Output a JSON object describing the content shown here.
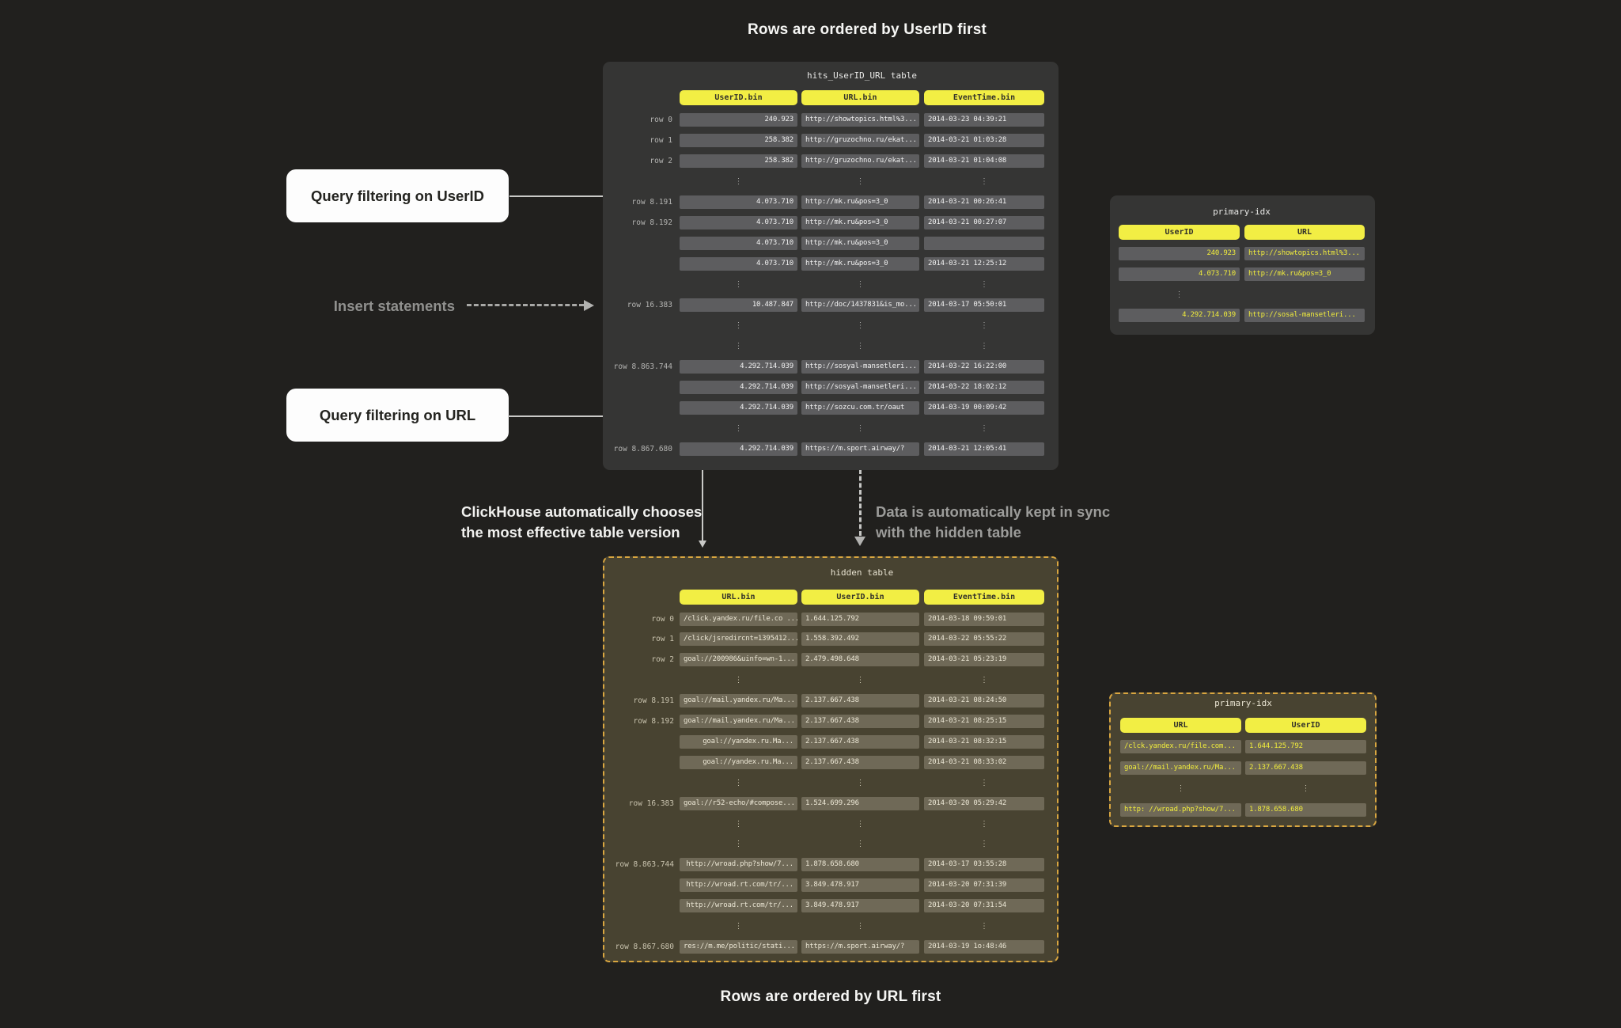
{
  "page": {
    "title_top": "Rows are ordered by UserID first",
    "title_bottom": "Rows are ordered by URL first"
  },
  "callouts": {
    "query_userid": "Query filtering on UserID",
    "query_url": "Query filtering on URL",
    "insert_statements": "Insert statements",
    "chooses_line1": "ClickHouse automatically chooses",
    "chooses_line2": "the most effective table version",
    "sync_line1": "Data is automatically kept in sync",
    "sync_line2": "with the hidden table"
  },
  "glyphs": {
    "dots": "⋮"
  },
  "colors": {
    "page_bg": "#21201e",
    "dark_panel": "#353534",
    "dark_cell": "#5d5d5f",
    "olive_panel": "#484331",
    "olive_cell": "#6f6957",
    "header_yellow": "#f2ee44",
    "value_yellow": "#f0ec3c",
    "gold_dashed_border": "#d9a640",
    "arrow_gray": "#c9c9c7"
  },
  "tables": {
    "main": {
      "title": "hits_UserID_URL table",
      "headers": [
        "UserID.bin",
        "URL.bin",
        "EventTime.bin"
      ],
      "rows": [
        {
          "label": "row 0",
          "cells": [
            "240.923",
            "http://showtopics.html%3...",
            "2014-03-23 04:39:21"
          ]
        },
        {
          "label": "row 1",
          "cells": [
            "258.382",
            "http://gruzochno.ru/ekat...",
            "2014-03-21 01:03:28"
          ]
        },
        {
          "label": "row 2",
          "cells": [
            "258.382",
            "http://gruzochno.ru/ekat...",
            "2014-03-21 01:04:08"
          ]
        },
        {
          "dots": [
            0,
            1,
            2
          ]
        },
        {
          "label": "row 8.191",
          "cells": [
            "4.073.710",
            "http://mk.ru&pos=3_0",
            "2014-03-21 00:26:41"
          ]
        },
        {
          "label": "row 8.192",
          "cells": [
            "4.073.710",
            "http://mk.ru&pos=3_0",
            "2014-03-21 00:27:07"
          ]
        },
        {
          "label": "",
          "cells": [
            "4.073.710",
            "http://mk.ru&pos=3_0",
            ""
          ]
        },
        {
          "label": "",
          "cells": [
            "4.073.710",
            "http://mk.ru&pos=3_0",
            "2014-03-21 12:25:12"
          ]
        },
        {
          "dots": [
            0,
            1,
            2
          ]
        },
        {
          "label": "row 16.383",
          "cells": [
            "10.487.847",
            "http://doc/1437831&is_mo...",
            "2014-03-17 05:50:01"
          ]
        },
        {
          "dots": [
            0,
            1,
            2
          ]
        },
        {
          "dots": [
            0,
            1,
            2
          ]
        },
        {
          "label": "row 8.863.744",
          "cells": [
            "4.292.714.039",
            "http://sosyal-mansetleri...",
            "2014-03-22 16:22:00"
          ]
        },
        {
          "label": "",
          "cells": [
            "4.292.714.039",
            "http://sosyal-mansetleri...",
            "2014-03-22 18:02:12"
          ]
        },
        {
          "label": "",
          "cells": [
            "4.292.714.039",
            "http://sozcu.com.tr/oaut",
            "2014-03-19 00:09:42"
          ]
        },
        {
          "dots": [
            0,
            1,
            2
          ]
        },
        {
          "label": "row 8.867.680",
          "cells": [
            "4.292.714.039",
            "https://m.sport.airway/?",
            "2014-03-21 12:05:41"
          ]
        }
      ]
    },
    "hidden": {
      "title": "hidden table",
      "headers": [
        "URL.bin",
        "UserID.bin",
        "EventTime.bin"
      ],
      "rows": [
        {
          "label": "row 0",
          "cells": [
            "/click.yandex.ru/file.co ...",
            "1.644.125.792",
            "2014-03-18 09:59:01"
          ]
        },
        {
          "label": "row 1",
          "cells": [
            "/click/jsredircnt=1395412...",
            "1.558.392.492",
            "2014-03-22 05:55:22"
          ]
        },
        {
          "label": "row 2",
          "cells": [
            "goal://200986&uinfo=wn-1...",
            "2.479.498.648",
            "2014-03-21 05:23:19"
          ]
        },
        {
          "dots": [
            0,
            1,
            2
          ]
        },
        {
          "label": "row 8.191",
          "cells": [
            "goal://mail.yandex.ru/Ma...",
            "2.137.667.438",
            "2014-03-21 08:24:50"
          ]
        },
        {
          "label": "row 8.192",
          "cells": [
            "goal://mail.yandex.ru/Ma...",
            "2.137.667.438",
            "2014-03-21 08:25:15"
          ]
        },
        {
          "label": "",
          "cells": [
            "goal://yandex.ru.Ma...",
            "2.137.667.438",
            "2014-03-21 08:32:15"
          ]
        },
        {
          "label": "",
          "cells": [
            "goal://yandex.ru.Ma...",
            "2.137.667.438",
            "2014-03-21 08:33:02"
          ]
        },
        {
          "dots": [
            0,
            1,
            2
          ]
        },
        {
          "label": "row 16.383",
          "cells": [
            "goal://r52-echo/#compose...",
            "1.524.699.296",
            "2014-03-20 05:29:42"
          ]
        },
        {
          "dots": [
            0,
            1,
            2
          ]
        },
        {
          "dots": [
            0,
            1,
            2
          ]
        },
        {
          "label": "row 8.863.744",
          "cells": [
            "http://wroad.php?show/7...",
            "1.878.658.680",
            "2014-03-17 03:55:28"
          ]
        },
        {
          "label": "",
          "cells": [
            "http://wroad.rt.com/tr/...",
            "3.849.478.917",
            "2014-03-20 07:31:39"
          ]
        },
        {
          "label": "",
          "cells": [
            "http://wroad.rt.com/tr/...",
            "3.849.478.917",
            "2014-03-20 07:31:54"
          ]
        },
        {
          "dots": [
            0,
            1,
            2
          ]
        },
        {
          "label": "row 8.867.680",
          "cells": [
            "res://m.me/politic/stati...",
            "https://m.sport.airway/?",
            "2014-03-19 1o:48:46"
          ]
        }
      ]
    },
    "primary_top": {
      "title": "primary-idx",
      "headers": [
        "UserID",
        "URL"
      ],
      "rows": [
        {
          "cells": [
            "240.923",
            "http://showtopics.html%3..."
          ]
        },
        {
          "cells": [
            "4.073.710",
            "http://mk.ru&pos=3_0"
          ]
        },
        {
          "dots": [
            0
          ]
        },
        {
          "cells": [
            "4.292.714.039",
            "http://sosal-mansetleri..."
          ]
        }
      ]
    },
    "primary_bottom": {
      "title": "primary-idx",
      "headers": [
        "URL",
        "UserID"
      ],
      "rows": [
        {
          "cells": [
            "/clck.yandex.ru/file.com...",
            "1.644.125.792"
          ]
        },
        {
          "cells": [
            "goal://mail.yandex.ru/Ma...",
            "2.137.667.438"
          ]
        },
        {
          "dots": [
            0,
            1
          ]
        },
        {
          "cells": [
            "http: //wroad.php?show/7...",
            "1.878.658.680"
          ]
        }
      ]
    }
  }
}
